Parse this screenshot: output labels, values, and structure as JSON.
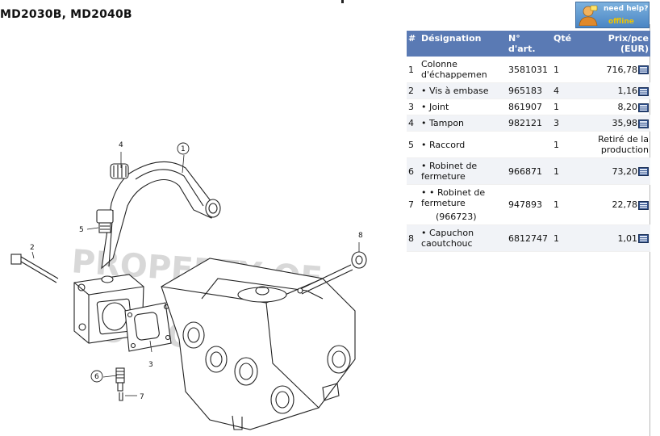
{
  "title": "MD2030B, MD2040B",
  "help_button": {
    "line1": "need help?",
    "line2": "offline"
  },
  "table": {
    "headers": {
      "num": "#",
      "designation": "Désignation",
      "artno": "N° d'art.",
      "qty": "Qté",
      "price": "Prix/pce (EUR)"
    },
    "rows": [
      {
        "num": "1",
        "designation": "Colonne d'échappemen",
        "artno": "3581031",
        "qty": "1",
        "price": "716,78",
        "cart": true
      },
      {
        "num": "2",
        "designation": "• Vis à embase",
        "artno": "965183",
        "qty": "4",
        "price": "1,16",
        "cart": true
      },
      {
        "num": "3",
        "designation": "• Joint",
        "artno": "861907",
        "qty": "1",
        "price": "8,20",
        "cart": true
      },
      {
        "num": "4",
        "designation": "• Tampon",
        "artno": "982121",
        "qty": "3",
        "price": "35,98",
        "cart": true
      },
      {
        "num": "5",
        "designation": "• Raccord",
        "artno": "",
        "qty": "1",
        "price": "Retiré de la production",
        "cart": false
      },
      {
        "num": "6",
        "designation": "• Robinet de fermeture",
        "artno": "966871",
        "qty": "1",
        "price": "73,20",
        "cart": true
      },
      {
        "num": "7",
        "designation": "• • Robinet de fermeture",
        "sub": "(966723)",
        "artno": "947893",
        "qty": "1",
        "price": "22,78",
        "cart": true
      },
      {
        "num": "8",
        "designation": "• Capuchon caoutchouc",
        "artno": "6812747",
        "qty": "1",
        "price": "1,01",
        "cart": true
      }
    ]
  },
  "diagram": {
    "callouts": [
      "1",
      "2",
      "3",
      "4",
      "5",
      "6",
      "7",
      "8"
    ],
    "watermark": {
      "line1": "PROPERTY OF",
      "line2": "VOLVO PENTA"
    }
  },
  "colors": {
    "header_bg": "#5a7ab4",
    "row_alt": "#f1f3f7",
    "help_bg": "#5b95cf",
    "offline": "#f0c400"
  }
}
